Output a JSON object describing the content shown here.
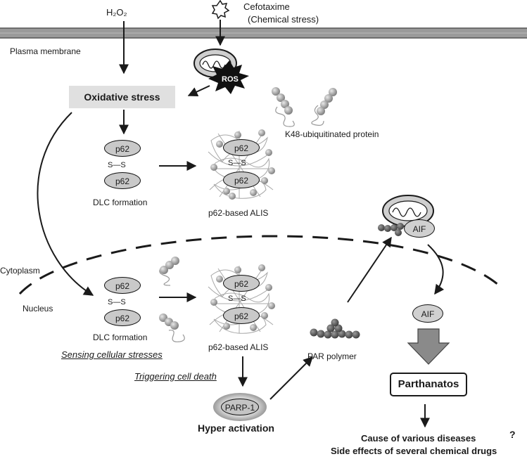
{
  "inputs": {
    "h2o2": "H₂O₂",
    "cefotaxime": "Cefotaxime",
    "chemical_stress": "(Chemical stress)"
  },
  "compartments": {
    "plasma_membrane": "Plasma membrane",
    "cytoplasm": "Cytoplasm",
    "nucleus": "Nucleus"
  },
  "labels": {
    "ros": "ROS",
    "oxidative_stress": "Oxidative stress",
    "k48": "K48-ubiquitinated protein",
    "p62": "p62",
    "ss": "S—S",
    "dlc_formation": "DLC formation",
    "alis": "p62-based ALIS",
    "aif": "AIF",
    "par_polymer": "PAR polymer",
    "parp1": "PARP-1",
    "hyper_activation": "Hyper activation",
    "sensing": "Sensing cellular stresses",
    "triggering": "Triggering cell death",
    "parthanatos": "Parthanatos",
    "disease": "Cause of various diseases",
    "question": "?",
    "side_effects": "Side effects of several chemical drugs"
  },
  "colors": {
    "membrane": "#8c8c8c",
    "box_gray": "#e0e0e0",
    "protein_fill": "#c9c9c9",
    "dark_bead": "#6e6e6e",
    "arrow": "#1a1a1a"
  }
}
